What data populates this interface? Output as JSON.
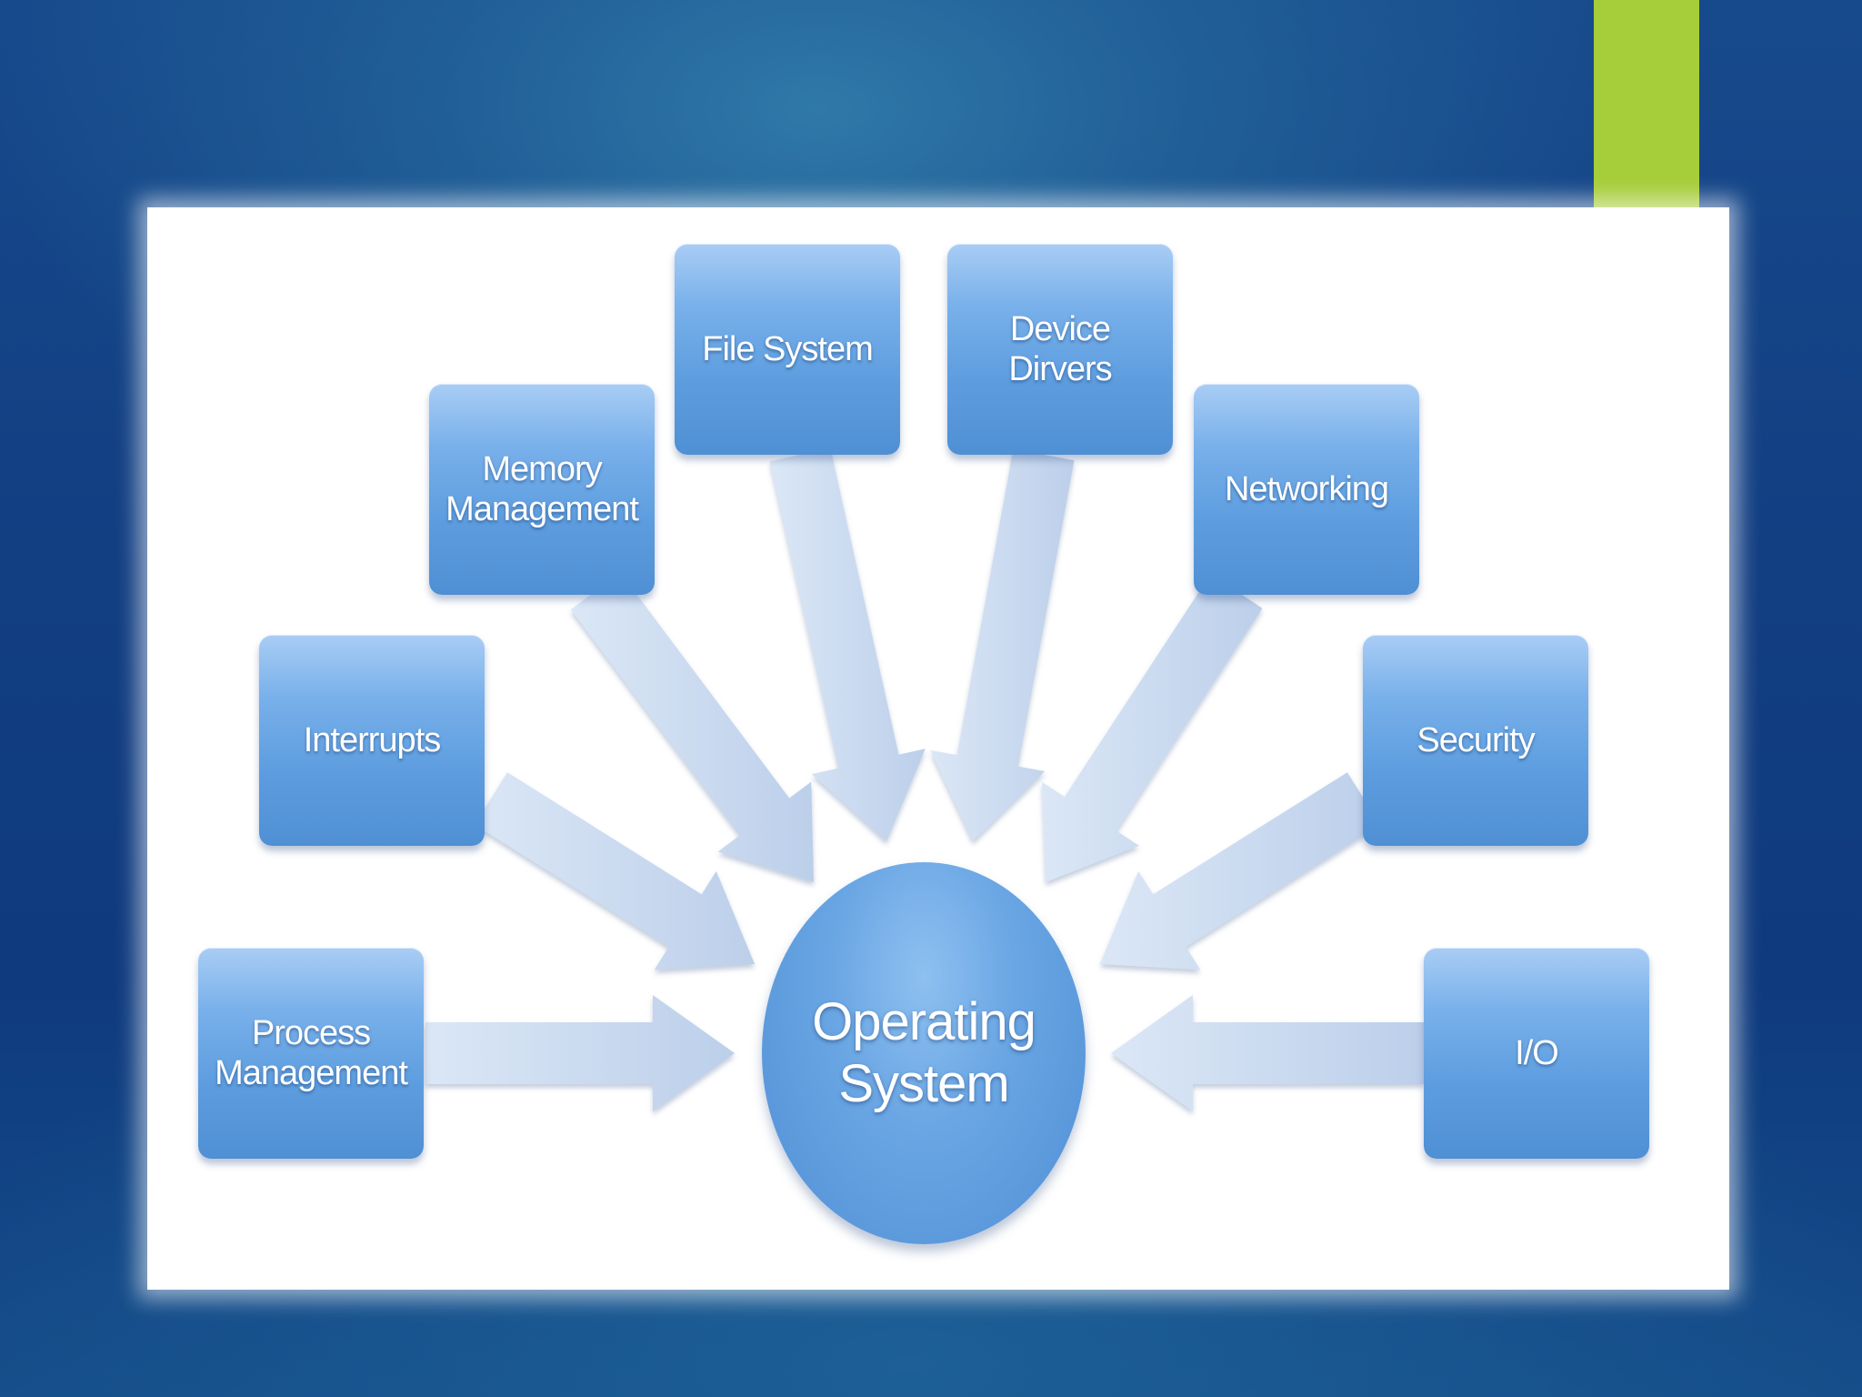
{
  "colors": {
    "background": "#123e82",
    "accent_bar": "#a6cd3a",
    "panel": "#ffffff",
    "node_fill": "#5d9ddf",
    "arrow_fill": "#c9daef"
  },
  "diagram": {
    "center": {
      "id": "operating-system",
      "label": "Operating\nSystem"
    },
    "nodes": [
      {
        "id": "process-management",
        "label": "Process\nManagement"
      },
      {
        "id": "interrupts",
        "label": "Interrupts"
      },
      {
        "id": "memory-management",
        "label": "Memory\nManagement"
      },
      {
        "id": "file-system",
        "label": "File System"
      },
      {
        "id": "device-drivers",
        "label": "Device\nDirvers"
      },
      {
        "id": "networking",
        "label": "Networking"
      },
      {
        "id": "security",
        "label": "Security"
      },
      {
        "id": "io",
        "label": "I/O"
      }
    ],
    "edges": [
      {
        "from": "process-management",
        "to": "operating-system"
      },
      {
        "from": "interrupts",
        "to": "operating-system"
      },
      {
        "from": "memory-management",
        "to": "operating-system"
      },
      {
        "from": "file-system",
        "to": "operating-system"
      },
      {
        "from": "device-drivers",
        "to": "operating-system"
      },
      {
        "from": "networking",
        "to": "operating-system"
      },
      {
        "from": "security",
        "to": "operating-system"
      },
      {
        "from": "io",
        "to": "operating-system"
      }
    ]
  }
}
